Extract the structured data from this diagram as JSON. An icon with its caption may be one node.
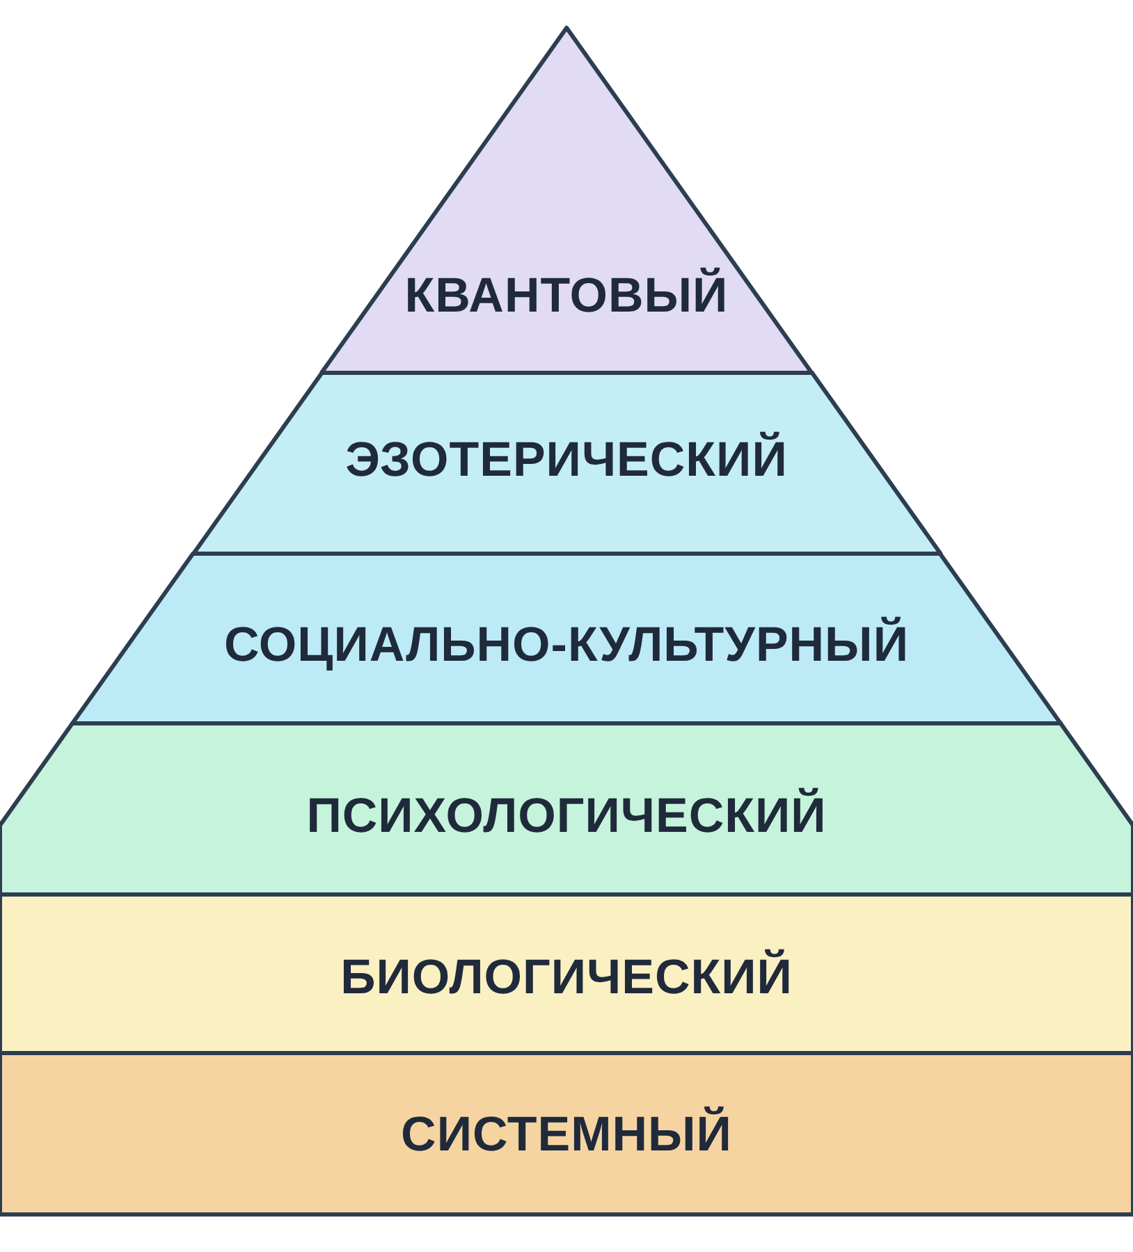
{
  "diagram": {
    "nodes": [
      {
        "text": [
          "КВАНТОВЫЙ"
        ]
      },
      {
        "text": [
          "ЭЗОТЕРИЧЕСКИЙ"
        ]
      },
      {
        "text": [
          "СОЦИАЛЬНО-КУЛЬТУРНЫЙ"
        ]
      },
      {
        "text": [
          "ПСИХОЛОГИЧЕСКИЙ"
        ]
      },
      {
        "text": [
          "БИОЛОГИЧЕСКИЙ"
        ]
      },
      {
        "text": [
          "СИСТЕМНЫЙ"
        ]
      }
    ],
    "edges": []
  }
}
